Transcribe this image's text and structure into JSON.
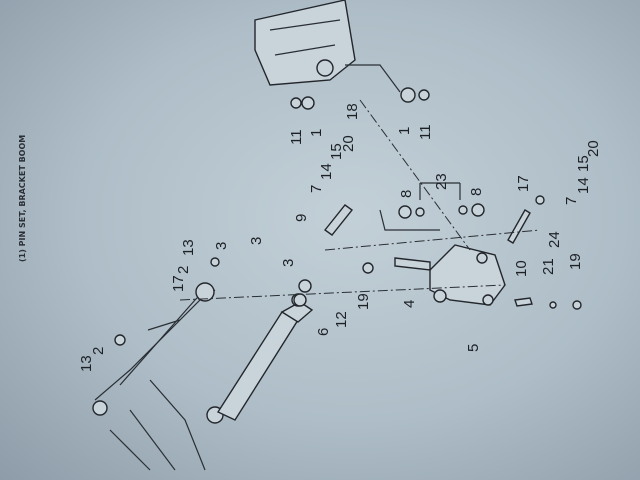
{
  "title": "(1) PIN SET, BRACKET BOOM",
  "callouts": [
    "11",
    "1",
    "18",
    "1",
    "11",
    "20",
    "15",
    "14",
    "7",
    "9",
    "23",
    "8",
    "8",
    "17",
    "20",
    "15",
    "14",
    "7",
    "24",
    "10",
    "21",
    "19",
    "3",
    "3",
    "19",
    "4",
    "12",
    "6",
    "5",
    "17",
    "2",
    "13",
    "3",
    "13",
    "2"
  ]
}
